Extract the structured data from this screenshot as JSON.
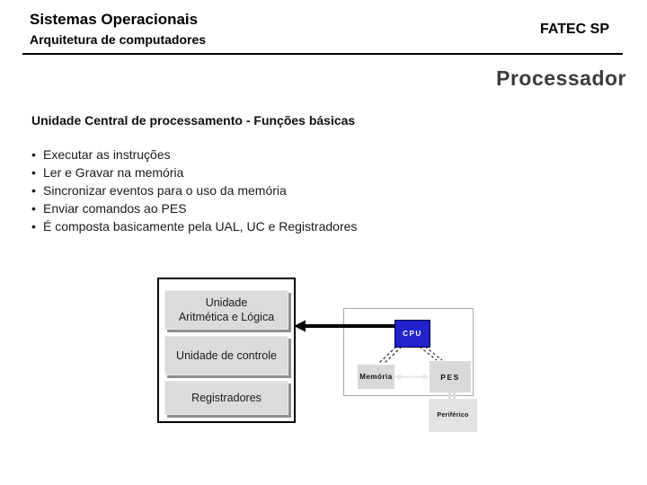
{
  "header": {
    "course_title": "Sistemas Operacionais",
    "course_subtitle": "Arquitetura de computadores",
    "institution": "FATEC SP"
  },
  "slide": {
    "title": "Processador",
    "heading": "Unidade Central de processamento - Funções básicas",
    "bullet_char": "•",
    "bullets": [
      "Executar as instruções",
      "Ler e Gravar na memória",
      "Sincronizar eventos para o uso da memória",
      "Enviar comandos ao PES",
      "É composta basicamente pela UAL, UC e Registradores"
    ]
  },
  "diagram": {
    "cpu_internal": {
      "ual_lines": [
        "Unidade",
        "Aritmética e Lógica"
      ],
      "control_unit": "Unidade de controle",
      "registers": "Registradores"
    },
    "system": {
      "cpu": "CPU",
      "memory": "Memória",
      "pes": "PES",
      "peripheral": "Periférico"
    },
    "colors": {
      "cpu_fill": "#2222CC",
      "cpu_text": "#FFFFFF",
      "component_fill": "#DBDBDB",
      "component_shadow": "#8F8F8F",
      "internal_box_border": "#000000",
      "system_box_border": "#A6A6A6",
      "dashed_connector": "#2A2A2A",
      "light_connector": "#E8E8E8",
      "arrow": "#000000"
    }
  }
}
